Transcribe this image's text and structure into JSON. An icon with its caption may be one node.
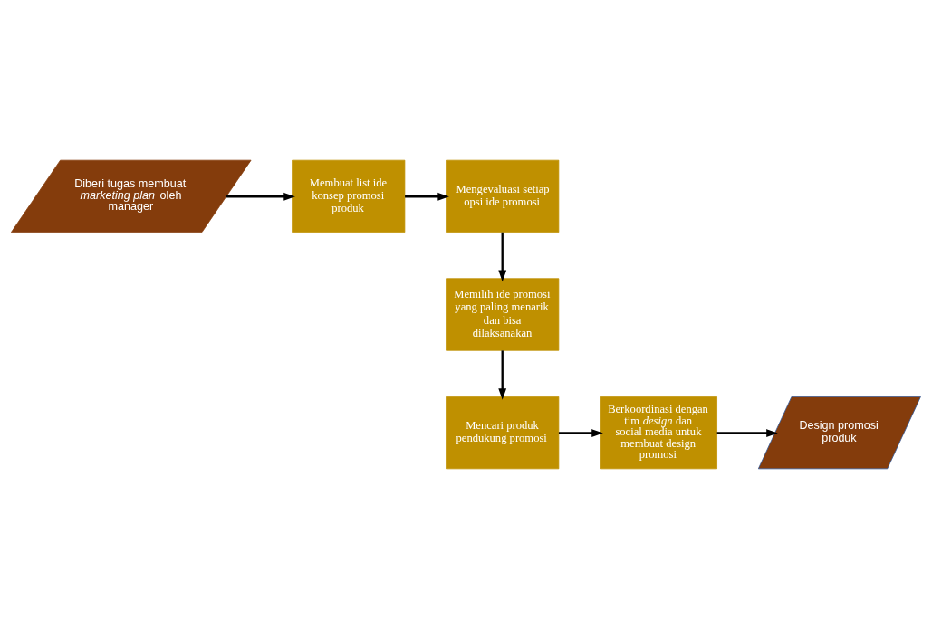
{
  "diagram": {
    "nodes": [
      {
        "text": [
          "Diberi tugas membuat *marketing plan* oleh manager"
        ]
      },
      {
        "text": [
          "Membuat list ide konsep promosi produk"
        ]
      },
      {
        "text": [
          "Mengevaluasi setiap opsi ide promosi"
        ]
      },
      {
        "text": [
          "Memilih ide promosi yang paling menarik dan bisa dilaksanakan"
        ]
      },
      {
        "text": [
          "Mencari produk pendukung promosi"
        ]
      },
      {
        "text": [
          "Berkoordinasi dengan tim *design* dan social media untuk membuat design promosi"
        ]
      },
      {
        "text": [
          "Design promosi produk"
        ]
      }
    ],
    "edges": [
      {
        "from": 0,
        "to": 1,
        "arrow": "to"
      },
      {
        "from": 1,
        "to": 2,
        "arrow": "to"
      },
      {
        "from": 2,
        "to": 3,
        "arrow": "to"
      },
      {
        "from": 3,
        "to": 4,
        "arrow": "to"
      },
      {
        "from": 4,
        "to": 5,
        "arrow": "to"
      },
      {
        "from": 5,
        "to": 6,
        "arrow": "to"
      }
    ]
  }
}
